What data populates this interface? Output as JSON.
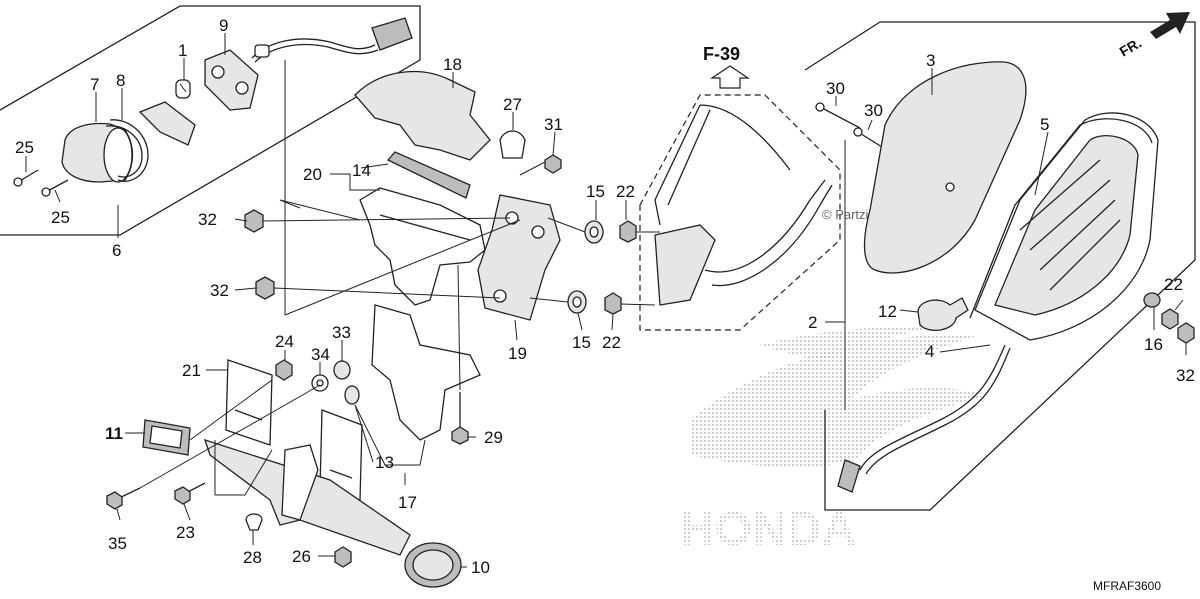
{
  "diagram": {
    "callouts": [
      {
        "id": "c1",
        "text": "1"
      },
      {
        "id": "c2",
        "text": "2"
      },
      {
        "id": "c3",
        "text": "3"
      },
      {
        "id": "c4",
        "text": "4"
      },
      {
        "id": "c5",
        "text": "5"
      },
      {
        "id": "c6",
        "text": "6"
      },
      {
        "id": "c7",
        "text": "7"
      },
      {
        "id": "c8",
        "text": "8"
      },
      {
        "id": "c9",
        "text": "9"
      },
      {
        "id": "c10",
        "text": "10"
      },
      {
        "id": "c11",
        "text": "11"
      },
      {
        "id": "c12",
        "text": "12"
      },
      {
        "id": "c13",
        "text": "13"
      },
      {
        "id": "c14",
        "text": "14"
      },
      {
        "id": "c15a",
        "text": "15"
      },
      {
        "id": "c15b",
        "text": "15"
      },
      {
        "id": "c16",
        "text": "16"
      },
      {
        "id": "c17",
        "text": "17"
      },
      {
        "id": "c18",
        "text": "18"
      },
      {
        "id": "c19",
        "text": "19"
      },
      {
        "id": "c20",
        "text": "20"
      },
      {
        "id": "c21",
        "text": "21"
      },
      {
        "id": "c22a",
        "text": "22"
      },
      {
        "id": "c22b",
        "text": "22"
      },
      {
        "id": "c22c",
        "text": "22"
      },
      {
        "id": "c23",
        "text": "23"
      },
      {
        "id": "c24",
        "text": "24"
      },
      {
        "id": "c25a",
        "text": "25"
      },
      {
        "id": "c25b",
        "text": "25"
      },
      {
        "id": "c26",
        "text": "26"
      },
      {
        "id": "c27",
        "text": "27"
      },
      {
        "id": "c28",
        "text": "28"
      },
      {
        "id": "c29",
        "text": "29"
      },
      {
        "id": "c30a",
        "text": "30"
      },
      {
        "id": "c30b",
        "text": "30"
      },
      {
        "id": "c31",
        "text": "31"
      },
      {
        "id": "c32a",
        "text": "32"
      },
      {
        "id": "c32b",
        "text": "32"
      },
      {
        "id": "c32c",
        "text": "32"
      },
      {
        "id": "c33",
        "text": "33"
      },
      {
        "id": "c34",
        "text": "34"
      },
      {
        "id": "c35",
        "text": "35"
      }
    ],
    "reference": "F-39",
    "direction_label": "FR.",
    "watermark": "© Partzilla.com",
    "brand_mark": "HONDA",
    "diagram_code": "MFRAF3600"
  }
}
